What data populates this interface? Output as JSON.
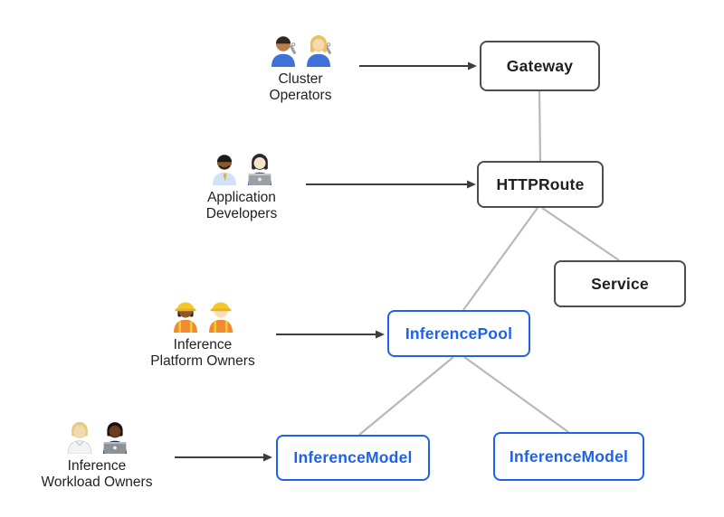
{
  "colors": {
    "background": "#ffffff",
    "core_box_border": "#4d4d4d",
    "core_box_text": "#1f1f1f",
    "extension_box_border": "#1e62e8",
    "extension_box_text": "#1e62e8",
    "connector": "#b8b8b8",
    "arrow": "#3d3d3d",
    "label_text": "#222222"
  },
  "nodes": [
    {
      "id": "gateway",
      "label": "Gateway",
      "style": "core"
    },
    {
      "id": "httproute",
      "label": "HTTPRoute",
      "style": "core"
    },
    {
      "id": "service",
      "label": "Service",
      "style": "core"
    },
    {
      "id": "inferencepool",
      "label": "InferencePool",
      "style": "extension"
    },
    {
      "id": "inferencemodel-left",
      "label": "InferenceModel",
      "style": "extension"
    },
    {
      "id": "inferencemodel-right",
      "label": "InferenceModel",
      "style": "extension"
    }
  ],
  "actors": [
    {
      "id": "cluster-operators",
      "label_lines": [
        "Cluster",
        "Operators"
      ],
      "icon": "👨🏽‍🔧 👩🏼‍🔧",
      "icon_name": "mechanics-pair-icon",
      "points_to": "Gateway"
    },
    {
      "id": "application-developers",
      "label_lines": [
        "Application",
        "Developers"
      ],
      "icon": "👨🏾‍💼 👩🏻‍💻",
      "icon_name": "office-worker-and-technologist-pair-icon",
      "points_to": "HTTPRoute"
    },
    {
      "id": "inference-platform-owners",
      "label_lines": [
        "Inference",
        "Platform Owners"
      ],
      "icon": "👷🏾‍♀️ 👷🏻",
      "icon_name": "construction-workers-pair-icon",
      "points_to": "InferencePool"
    },
    {
      "id": "inference-workload-owners",
      "label_lines": [
        "Inference",
        "Workload Owners"
      ],
      "icon": "🧑🏼‍⚕️ 👨🏿‍💻",
      "icon_name": "health-worker-and-technologist-pair-icon",
      "points_to": "InferenceModel"
    }
  ],
  "edges": [
    {
      "from": "Gateway",
      "to": "HTTPRoute",
      "style": "gray-line"
    },
    {
      "from": "HTTPRoute",
      "to": "Service",
      "style": "gray-line"
    },
    {
      "from": "HTTPRoute",
      "to": "InferencePool",
      "style": "gray-line"
    },
    {
      "from": "InferencePool",
      "to": "InferenceModel-left",
      "style": "gray-line"
    },
    {
      "from": "InferencePool",
      "to": "InferenceModel-right",
      "style": "gray-line"
    },
    {
      "from": "Cluster Operators",
      "to": "Gateway",
      "style": "black-arrow"
    },
    {
      "from": "Application Developers",
      "to": "HTTPRoute",
      "style": "black-arrow"
    },
    {
      "from": "Inference Platform Owners",
      "to": "InferencePool",
      "style": "black-arrow"
    },
    {
      "from": "Inference Workload Owners",
      "to": "InferenceModel-left",
      "style": "black-arrow"
    }
  ]
}
